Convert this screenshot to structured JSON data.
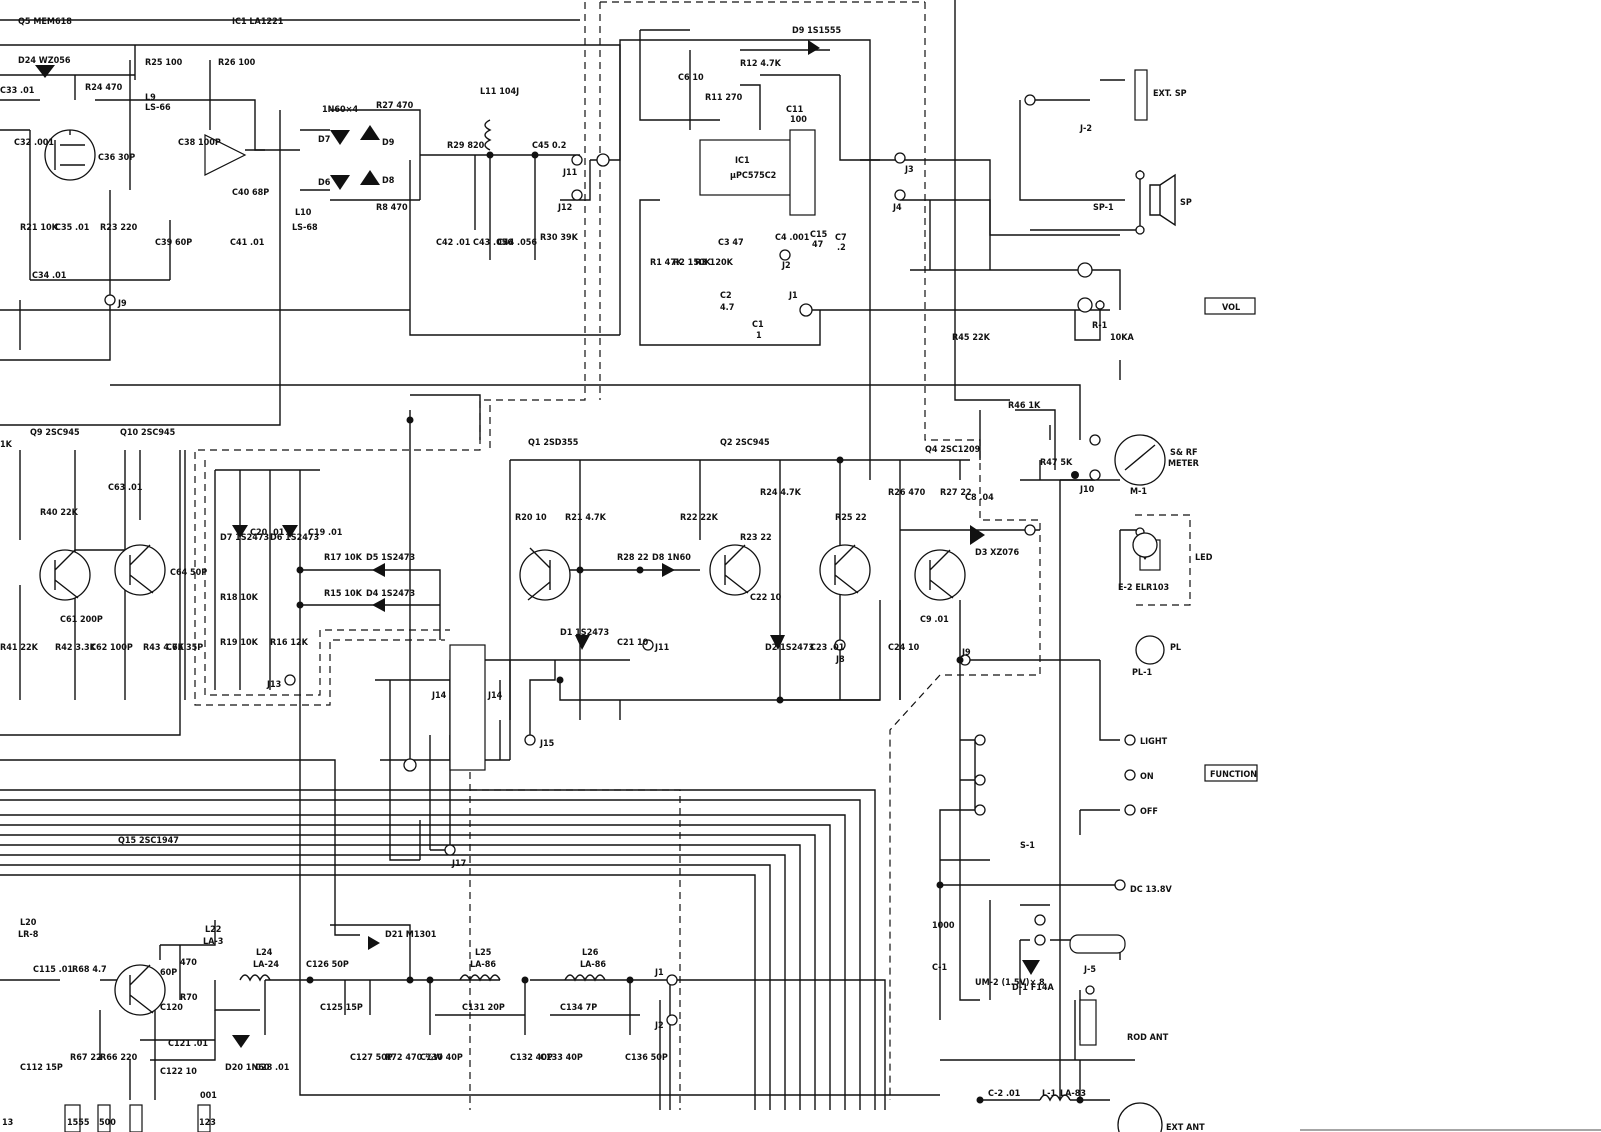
{
  "ic_labels": {
    "q5": "Q5 MEM618",
    "ic1_la": "IC1 LA1221",
    "d24": "D24 WZ056",
    "r24": "R24 470",
    "l9": "L9",
    "l9b": "LS-66",
    "r25": "R25 100",
    "r26": "R26 100",
    "diodes": "1N60×4",
    "r27": "R27 470",
    "l11": "L11 104J",
    "d9_top": "D9 1S1555",
    "r12": "R12 4.7K",
    "c6": "C6 10",
    "r11": "R11 270",
    "c11": "C11",
    "c11v": "100",
    "ic1": "IC1",
    "ic1b": "μPC575C2",
    "c33": "C33 .01",
    "c32": "C32 .001",
    "c36": "C36 30P",
    "c38": "C38 100P",
    "c40": "C40 68P",
    "l10": "L10",
    "l10b": "LS-68",
    "d7": "D7",
    "d9": "D9",
    "d6": "D6",
    "d8": "D8",
    "r8": "R8 470",
    "r29": "R29 820",
    "c45": "C45 0.2",
    "j11": "J11",
    "j12": "J12",
    "j3": "J3",
    "j4": "J4",
    "r21": "R21 10K",
    "c35": "C35 .01",
    "r23": "R23 220",
    "c39": "C39 60P",
    "c41": "C41 .01",
    "c42": "C42 .01",
    "c43": "C43 .056",
    "c44": "C44 .056",
    "r30": "R30 39K",
    "c34": "C34 .01",
    "j9a": "J9",
    "r1": "R1 47K",
    "r2": "R2 150K",
    "r3": "R3 120K",
    "c3": "C3 47",
    "c4": "C4 .001",
    "c15": "C15",
    "c15v": "47",
    "c7": "C7",
    "c7v": ".2",
    "j2": "J2",
    "c2": "C2",
    "c2v": "4.7",
    "c1": "C1",
    "c1v": "1",
    "j1": "J1"
  },
  "mid_labels": {
    "q9": "Q9 2SC945",
    "q10": "Q10 2SC945",
    "q1": "Q1 2SD355",
    "q2": "Q2 2SC945",
    "q4": "Q4 2SC1209",
    "r40": "R40 22K",
    "c63": "C63 .01",
    "d7b": "D7 1S2473",
    "c20": "C20 .01",
    "d6b": "D6 1S2473",
    "c19": "C19 .01",
    "r20": "R20 10",
    "r21b": "R21 4.7K",
    "r22": "R22 22K",
    "r24b": "R24 4.7K",
    "r25b": "R25 22",
    "r26b": "R26 470",
    "r27b": "R27 22",
    "c8": "C8 .04",
    "r17": "R17 10K",
    "d5": "D5 1S2473",
    "r15": "R15 10K",
    "d4": "D4 1S2473",
    "r28": "R28 22",
    "d8b": "D8 1N60",
    "r23b": "R23 22",
    "d3": "D3 XZ076",
    "c64": "C64 50P",
    "c61": "C61 200P",
    "r18": "R18 10K",
    "r19": "R19 10K",
    "r16": "R16 12K",
    "j13": "J13",
    "d1": "D1 1S2473",
    "c21": "C21 10",
    "j11b": "J11",
    "c22": "C22 10",
    "d2": "D2 1S2473",
    "c23": "C23 .01",
    "j8": "J8",
    "c24": "C24 10",
    "c9": "C9 .01",
    "j9b": "J9",
    "r41": "R41 22K",
    "r42": "R42 3.3K",
    "c62": "C62 100P",
    "r43": "R43 4.7K",
    "c65": "C65 35P",
    "j14a": "J14",
    "j14b": "J14",
    "j15": "J15",
    "q15": "Q15 2SC1947",
    "j17": "J17",
    "r1k": "1K"
  },
  "bottom_labels": {
    "l20": "L20",
    "l20b": "LR-8",
    "c115": "C115 .01",
    "r68": "R68 4.7",
    "c120": "C120",
    "c120v": "60P",
    "r70": "R70",
    "r70v": "470",
    "l22": "L22",
    "l22b": "LA-3",
    "l24": "L24",
    "l24b": "LA-24",
    "c126": "C126 50P",
    "d21": "D21 M1301",
    "l25": "L25",
    "l25b": "LA-86",
    "l26": "L26",
    "l26b": "LA-86",
    "j1b": "J1",
    "j2b": "J2",
    "c125": "C125 15P",
    "c131": "C131 20P",
    "c134": "C134 7P",
    "c121": "C121 .01",
    "c122": "C122 10",
    "r67": "R67 22",
    "r66": "R66 220",
    "c112": "C112 15P",
    "d20": "D20 1N60",
    "c28": "C28 .01",
    "c127": "C127 50P",
    "r72": "R72 470 ½W",
    "c130": "C130 40P",
    "c132": "C132 40P",
    "c133": "C133 40P",
    "c136": "C136 50P",
    "b1": "13",
    "b2": "1555",
    "b3": "500",
    "b4": "123",
    "b5": "001"
  },
  "right_labels": {
    "j2_jack": "J-2",
    "ext_sp": "EXT. SP",
    "sp1": "SP-1",
    "sp": "SP",
    "r1_pot": "R-1",
    "r1_val": "10KA",
    "vol": "VOL",
    "r45": "R45 22K",
    "r46": "R46 1K",
    "r47": "R47 5K",
    "meter": "S& RF",
    "meter2": "METER",
    "m1": "M-1",
    "j10": "J10",
    "led": "LED",
    "el2": "E-2 ELR103",
    "pl": "PL",
    "pl1": "PL-1",
    "light": "LIGHT",
    "on": "ON",
    "off": "OFF",
    "function": "FUNCTION",
    "s1": "S-1",
    "dc": "DC 13.8V",
    "c1_big": "C-1",
    "c1_bigv": "1000",
    "um2": "UM-2 (1.5V)× 8",
    "d1_f14a": "D-1 F14A",
    "j5": "J-5",
    "rod_ant": "ROD ANT",
    "c2_ant": "C-2 .01",
    "l1": "L-1",
    "la83": "LA-83",
    "ext_ant": "EXT ANT"
  }
}
